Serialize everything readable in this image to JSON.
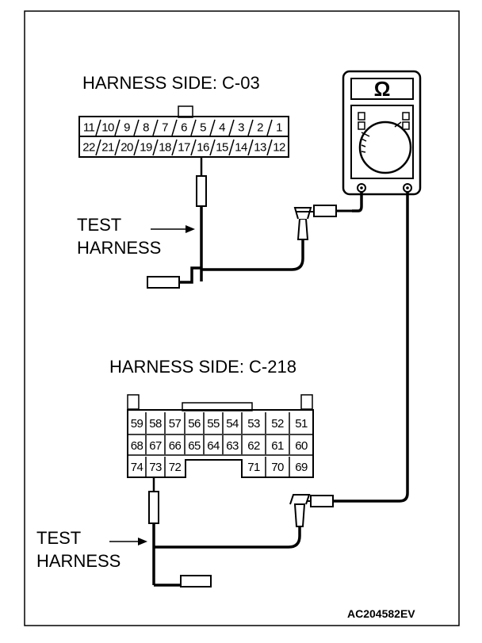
{
  "connector_c03": {
    "title": "HARNESS SIDE: C-03",
    "top_row": [
      "11",
      "10",
      "9",
      "8",
      "7",
      "6",
      "5",
      "4",
      "3",
      "2",
      "1"
    ],
    "bottom_row": [
      "22",
      "21",
      "20",
      "19",
      "18",
      "17",
      "16",
      "15",
      "14",
      "13",
      "12"
    ]
  },
  "connector_c218": {
    "title": "HARNESS SIDE: C-218",
    "row1": [
      "59",
      "58",
      "57",
      "56",
      "55",
      "54",
      "53",
      "52",
      "51"
    ],
    "row2": [
      "68",
      "67",
      "66",
      "65",
      "64",
      "63",
      "62",
      "61",
      "60"
    ],
    "row3_left": [
      "74",
      "73",
      "72"
    ],
    "row3_right": [
      "71",
      "70",
      "69"
    ]
  },
  "test_harness_upper": {
    "line1": "TEST",
    "line2": "HARNESS"
  },
  "test_harness_lower": {
    "line1": "TEST",
    "line2": "HARNESS"
  },
  "meter": {
    "display_symbol": "Ω",
    "icon": "ohmmeter-icon"
  },
  "figure_code": "AC204582EV"
}
